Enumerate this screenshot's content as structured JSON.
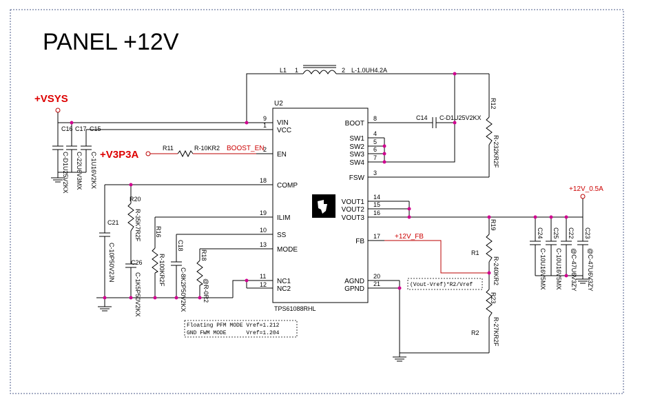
{
  "title": "PANEL +12V",
  "ic": {
    "ref": "U2",
    "part": "TPS61088RHL",
    "left_pins": [
      {
        "num": "9",
        "name": "VIN"
      },
      {
        "num": "1",
        "name": "VCC"
      },
      {
        "num": "2",
        "name": "EN"
      },
      {
        "num": "18",
        "name": "COMP"
      },
      {
        "num": "19",
        "name": "ILIM"
      },
      {
        "num": "10",
        "name": "SS"
      },
      {
        "num": "13",
        "name": "MODE"
      },
      {
        "num": "11",
        "name": "NC1"
      },
      {
        "num": "12",
        "name": "NC2"
      }
    ],
    "right_pins": [
      {
        "num": "8",
        "name": "BOOT"
      },
      {
        "num": "4",
        "name": "SW1"
      },
      {
        "num": "5",
        "name": "SW2"
      },
      {
        "num": "6",
        "name": "SW3"
      },
      {
        "num": "7",
        "name": "SW4"
      },
      {
        "num": "3",
        "name": "FSW"
      },
      {
        "num": "14",
        "name": "VOUT1"
      },
      {
        "num": "15",
        "name": "VOUT2"
      },
      {
        "num": "16",
        "name": "VOUT3"
      },
      {
        "num": "17",
        "name": "FB"
      },
      {
        "num": "20",
        "name": "AGND"
      },
      {
        "num": "21",
        "name": "GPND"
      }
    ]
  },
  "nets": {
    "vsys": "+VSYS",
    "v3p3a": "+V3P3A",
    "boost_en": "BOOST_EN",
    "out": "+12V_0.5A",
    "fb": "+12V_FB"
  },
  "inductor": {
    "ref": "L1",
    "pin1": "1",
    "pin2": "2",
    "value": "L-1.0UH4.2A"
  },
  "parts": {
    "C16": "C-D1U25V2KX",
    "C17": "C-22U6V3MX",
    "C15": "C-1U16V2KX",
    "R11": "R-10KR2",
    "C21": "C-10P50V2JN",
    "R20": "R-35K7R2F",
    "C26": "C-1K5P50V2KX",
    "R16": "R-100KR2F",
    "C18": "C-8K2P50V2KX",
    "R18": "@R-0R2",
    "C14": "C-D1U25V2KX",
    "R12": "R-232KR2F",
    "R19": "R-240KR2",
    "R23": "R-27KR2F",
    "C24": "C-10U16V5MX",
    "C25": "C-10U16V5MX",
    "C22": "@C-47U6V3ZY",
    "C23": "@C-47U6V3ZY"
  },
  "labels": {
    "r1": "R1",
    "r2": "R2"
  },
  "notes": {
    "formula": "(Vout-Vref)*R2/Vref",
    "mode_line1": "Floating PFM MODE Vref=1.212",
    "mode_line2": "GND FWM MODE      Vref=1.204"
  }
}
